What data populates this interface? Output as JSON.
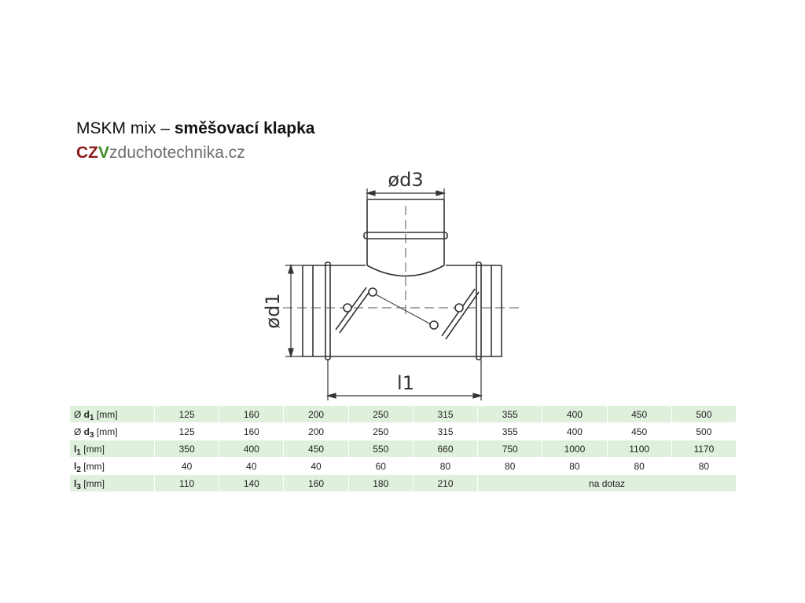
{
  "header": {
    "title_normal": "MSKM mix – ",
    "title_bold": "směšovací klapka",
    "brand_cz": "CZ",
    "brand_v": "V",
    "brand_rest": "zduchotechnika.cz"
  },
  "drawing": {
    "label_d3": "ød3",
    "label_d1": "ød1",
    "label_l1": "l1"
  },
  "table": {
    "rows": [
      {
        "pre": "Ø ",
        "sym": "d",
        "sub": "1",
        "unit": " [mm]",
        "values": [
          "125",
          "160",
          "200",
          "250",
          "315",
          "355",
          "400",
          "450",
          "500"
        ]
      },
      {
        "pre": "Ø ",
        "sym": "d",
        "sub": "3",
        "unit": " [mm]",
        "values": [
          "125",
          "160",
          "200",
          "250",
          "315",
          "355",
          "400",
          "450",
          "500"
        ]
      },
      {
        "pre": "",
        "sym": "l",
        "sub": "1",
        "unit": " [mm]",
        "values": [
          "350",
          "400",
          "450",
          "550",
          "660",
          "750",
          "1000",
          "1100",
          "1170"
        ]
      },
      {
        "pre": "",
        "sym": "l",
        "sub": "2",
        "unit": " [mm]",
        "values": [
          "40",
          "40",
          "40",
          "60",
          "80",
          "80",
          "80",
          "80",
          "80"
        ]
      },
      {
        "pre": "",
        "sym": "l",
        "sub": "3",
        "unit": " [mm]",
        "values": [
          "110",
          "140",
          "160",
          "180",
          "210"
        ],
        "merged": "na dotaz"
      }
    ]
  },
  "colors": {
    "brand_red": "#8b1a1a",
    "brand_green": "#3e8f2b",
    "row_shade": "#dff0dc"
  }
}
